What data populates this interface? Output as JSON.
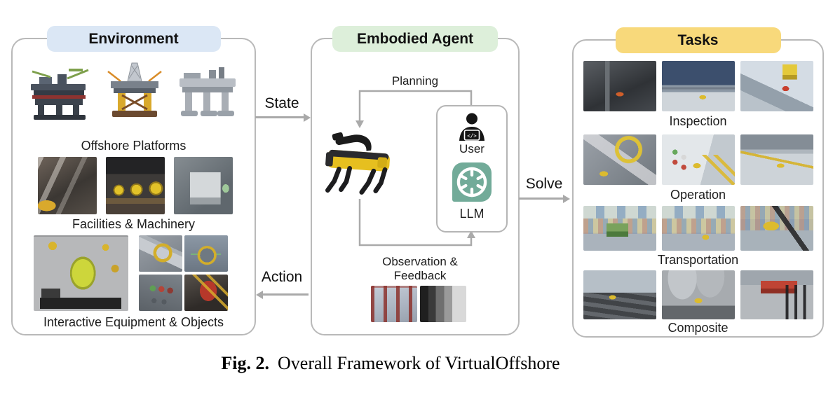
{
  "figure": {
    "caption_prefix": "Fig. 2.",
    "caption_text": "Overall Framework of VirtualOffshore"
  },
  "colors": {
    "environment_header": "#dbe7f5",
    "agent_header": "#ddefda",
    "tasks_header": "#f8d97b",
    "panel_border": "#b9b9b9",
    "arrow": "#a9a9a9",
    "llm_icon_background": "#72ab99"
  },
  "environment": {
    "title": "Environment",
    "groups": [
      {
        "label": "Offshore Platforms"
      },
      {
        "label": "Facilities & Machinery"
      },
      {
        "label": "Interactive Equipment & Objects"
      }
    ]
  },
  "agent": {
    "title": "Embodied Agent",
    "planning": "Planning",
    "user": "User",
    "code_glyph": "</>",
    "llm": "LLM",
    "observation": "Observation & Feedback"
  },
  "tasks": {
    "title": "Tasks",
    "groups": [
      {
        "label": "Inspection"
      },
      {
        "label": "Operation"
      },
      {
        "label": "Transportation"
      },
      {
        "label": "Composite"
      }
    ]
  },
  "arrows": {
    "state": "State",
    "action": "Action",
    "solve": "Solve"
  }
}
